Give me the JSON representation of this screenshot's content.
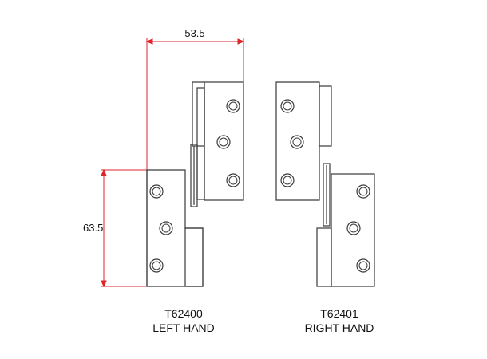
{
  "dimensions": {
    "width_label": "53.5",
    "height_label": "63.5"
  },
  "hinges": [
    {
      "code": "T62400",
      "hand": "LEFT HAND"
    },
    {
      "code": "T62401",
      "hand": "RIGHT HAND"
    }
  ],
  "colors": {
    "outline": "#3a3a3a",
    "dimension": "#e0242b",
    "background": "#ffffff"
  }
}
